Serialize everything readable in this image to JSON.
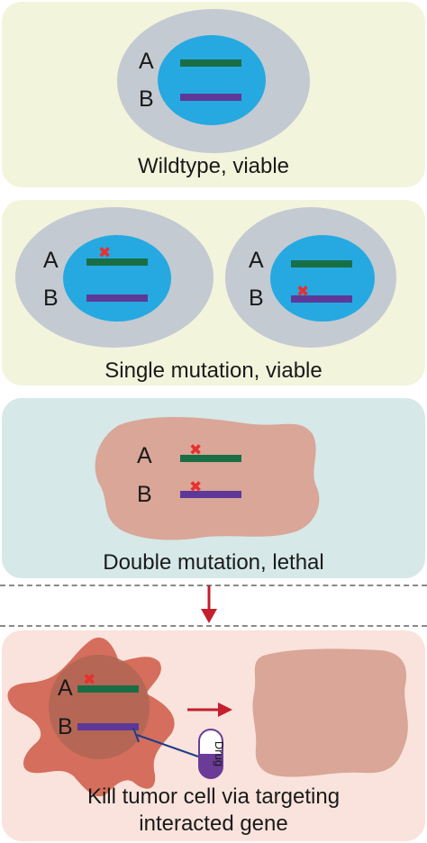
{
  "panels": {
    "wildtype": {
      "caption": "Wildtype, viable",
      "gene_a": "A",
      "gene_b": "B"
    },
    "single": {
      "caption": "Single mutation, viable",
      "gene_a": "A",
      "gene_b": "B"
    },
    "double": {
      "caption": "Double mutation, lethal",
      "gene_a": "A",
      "gene_b": "B"
    },
    "tumor": {
      "caption_line1": "Kill tumor cell via targeting",
      "caption_line2": "interacted gene",
      "gene_a": "A",
      "gene_b": "B",
      "drug_label": "Drug"
    }
  },
  "colors": {
    "panel_yellow": "#f3f4dc",
    "panel_teal": "#d6e8e8",
    "panel_pink": "#f9e3dc",
    "cell_outer": "#c3cad2",
    "nucleus": "#25a9e0",
    "gene_a": "#1a6e46",
    "gene_b": "#5e3898",
    "mutation": "#e8302e",
    "dead_cell": "#d9a697",
    "tumor_cell": "#d56e5c",
    "tumor_nucleus": "#b06553",
    "arrow": "#c41e2f",
    "inhibitor": "#1f3b8c",
    "drug_pill": "#6a3c97"
  }
}
